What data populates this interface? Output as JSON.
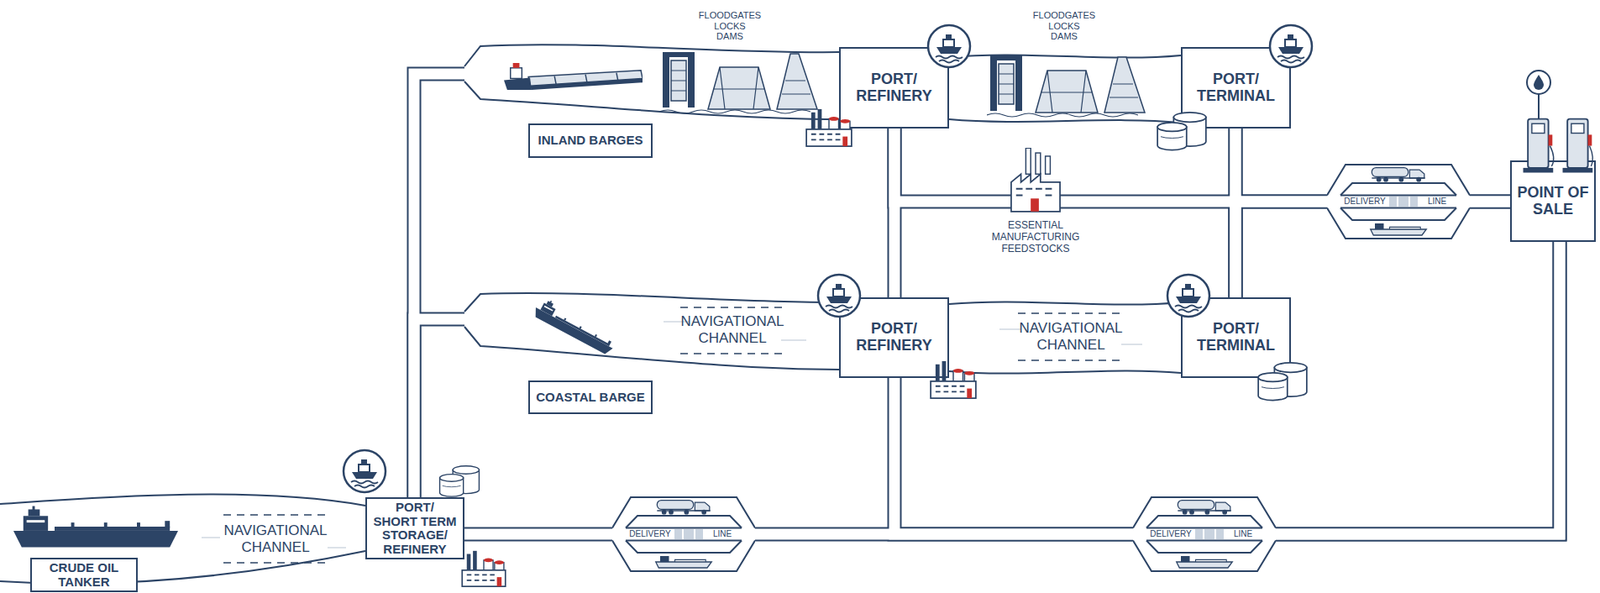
{
  "diagram": {
    "nodes": [
      {
        "text": [
          "PORT/ SHORT TERM STORAGE/ REFINERY"
        ]
      },
      {
        "text": [
          "PORT/ REFINERY"
        ]
      },
      {
        "text": [
          "PORT/ TERMINAL"
        ]
      },
      {
        "text": [
          "PORT/ REFINERY"
        ]
      },
      {
        "text": [
          "PORT/ TERMINAL"
        ]
      },
      {
        "text": [
          "POINT OF SALE"
        ]
      },
      {
        "text": [
          "INLAND BARGES"
        ]
      },
      {
        "text": [
          "COASTAL BARGE"
        ]
      },
      {
        "text": [
          "CRUDE OIL TANKER"
        ]
      }
    ],
    "edges": [
      {
        "from": 0,
        "to": 1,
        "arrow": "none"
      },
      {
        "from": 0,
        "to": 3,
        "arrow": "none"
      },
      {
        "from": 1,
        "to": 2,
        "arrow": "none"
      },
      {
        "from": 3,
        "to": 4,
        "arrow": "none"
      },
      {
        "from": 1,
        "to": 3,
        "arrow": "none"
      },
      {
        "from": 2,
        "to": 4,
        "arrow": "none"
      },
      {
        "from": 1,
        "to": 4,
        "arrow": "none"
      },
      {
        "from": 2,
        "to": 5,
        "arrow": "none"
      },
      {
        "from": 4,
        "to": 5,
        "arrow": "none"
      },
      {
        "from": 0,
        "to": 5,
        "arrow": "none"
      },
      {
        "from": 3,
        "to": 5,
        "arrow": "none"
      }
    ],
    "labels": [
      "FLOODGATES LOCKS DAMS",
      "FLOODGATES LOCKS DAMS",
      "NAVIGATIONAL CHANNEL",
      "NAVIGATIONAL CHANNEL",
      "NAVIGATIONAL CHANNEL",
      "ESSENTIAL MANUFACTURING FEEDSTOCKS",
      "DELIVERY",
      "LINE",
      "DELIVERY",
      "LINE",
      "DELIVERY",
      "LINE"
    ]
  }
}
